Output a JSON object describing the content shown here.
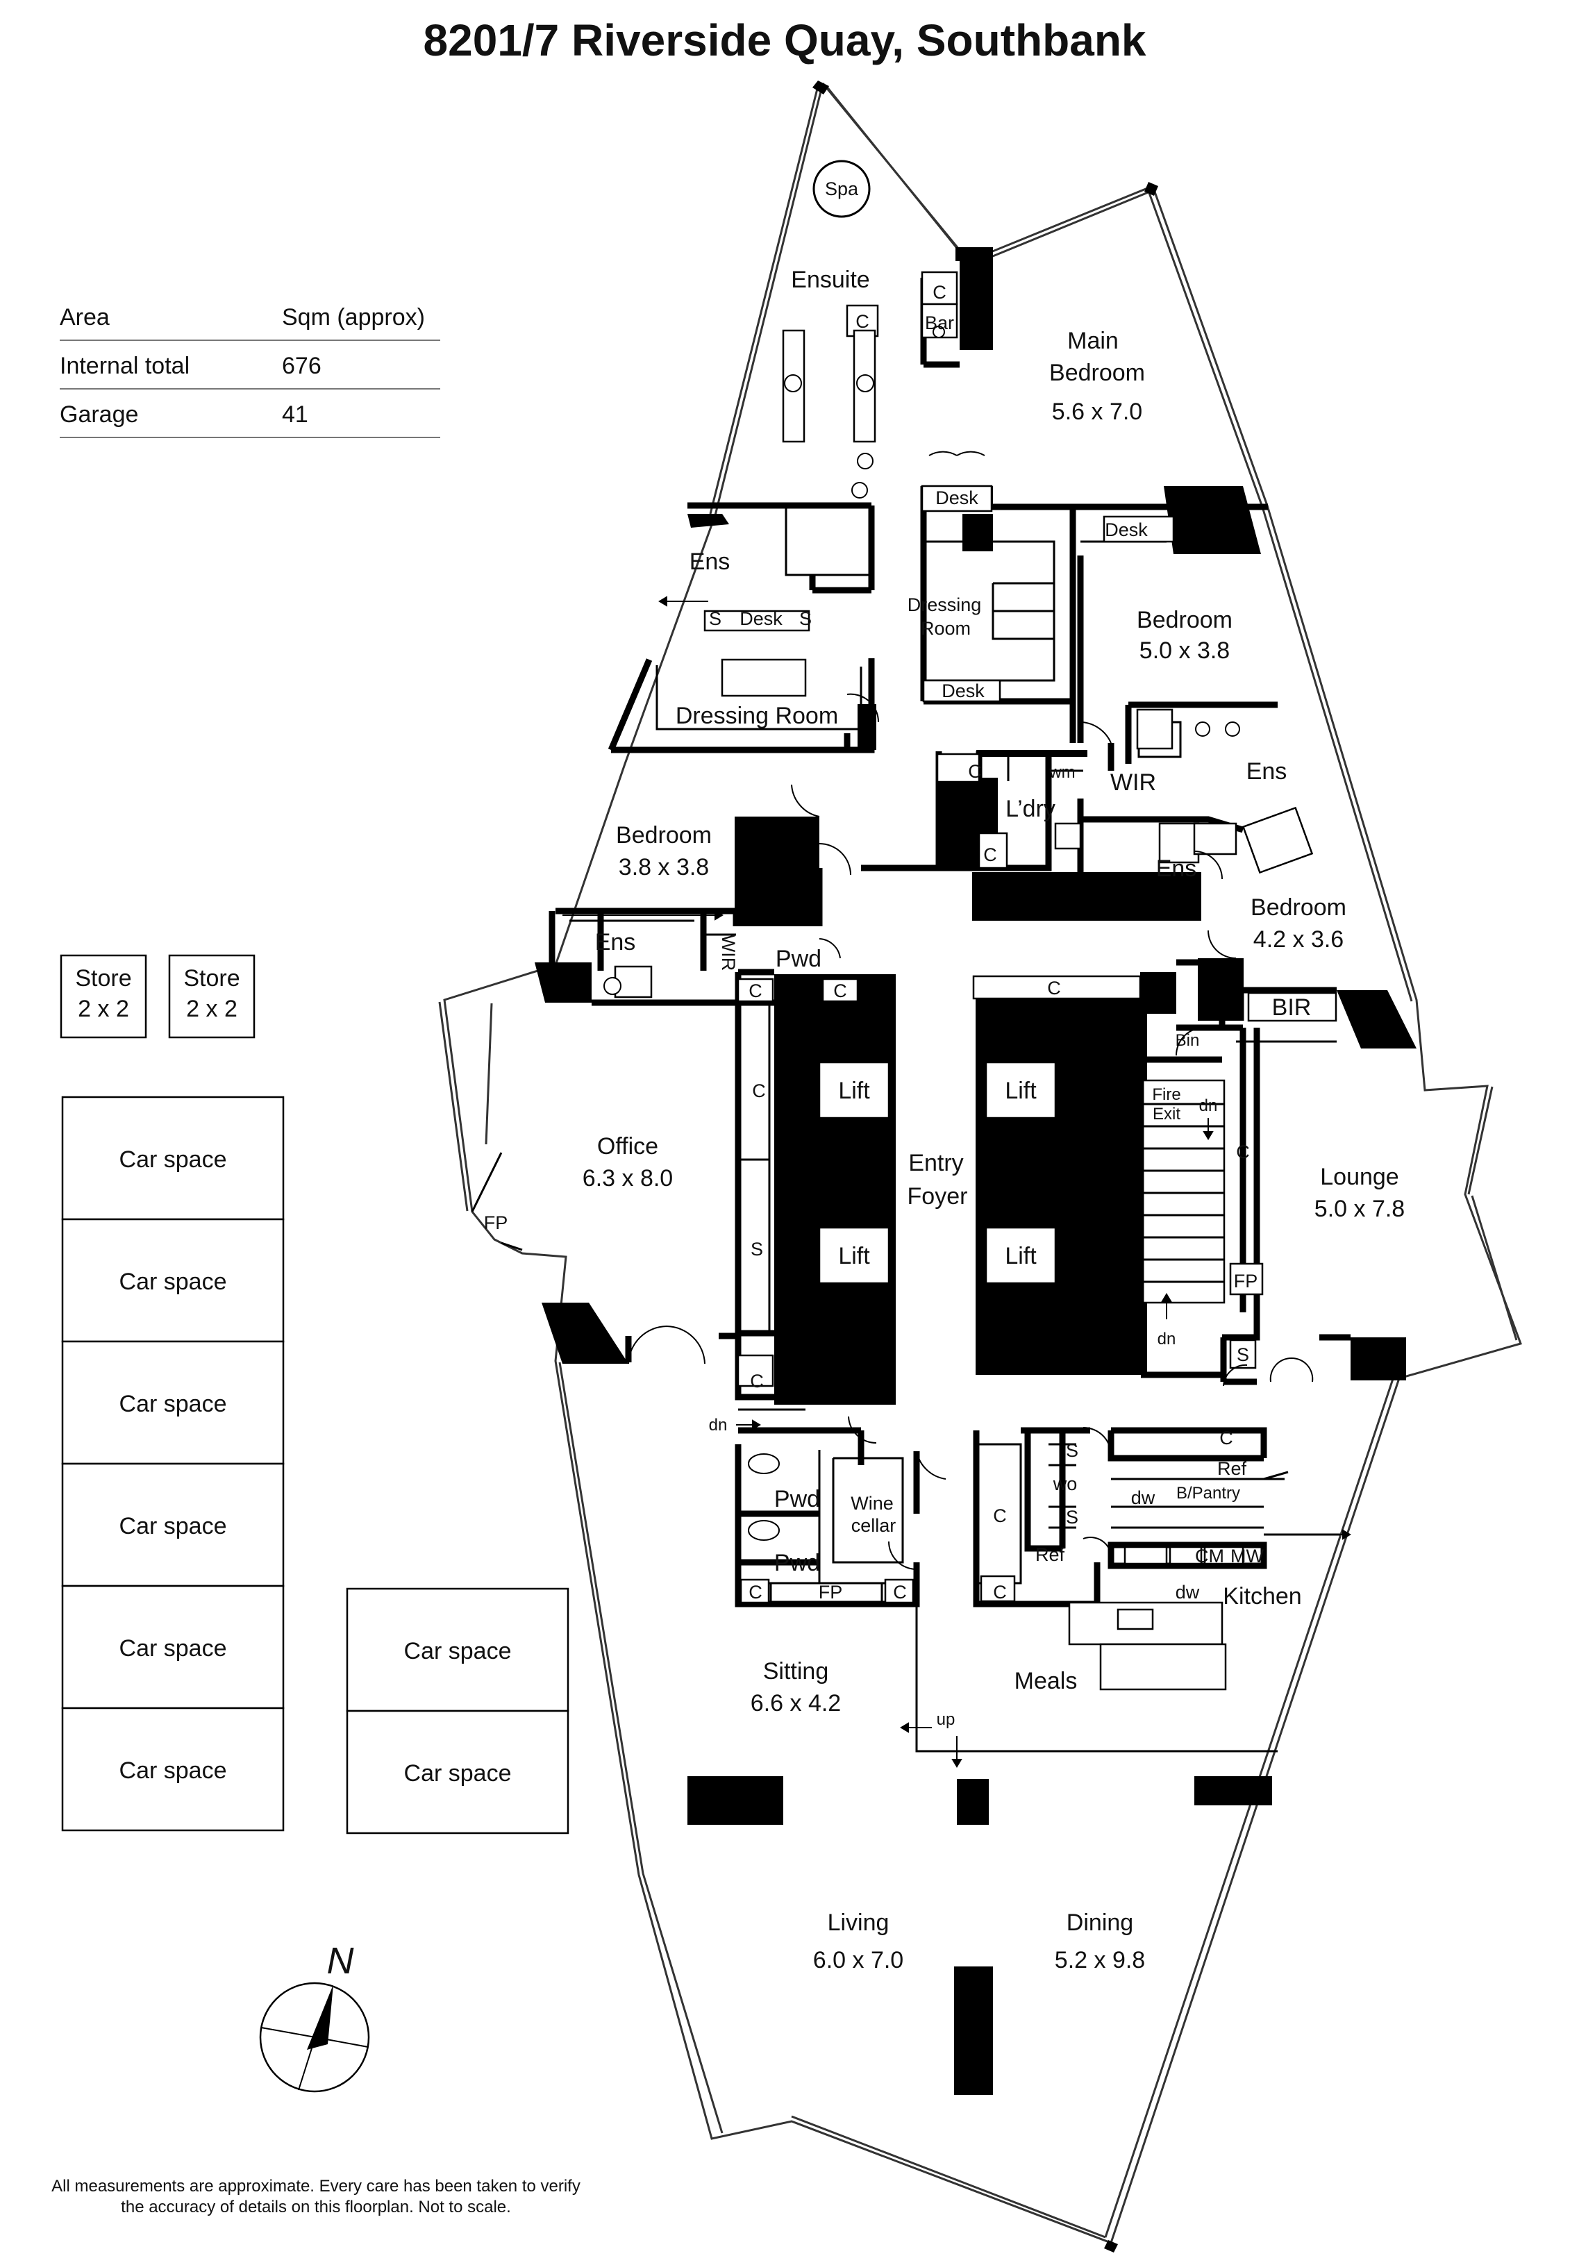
{
  "title": "8201/7 Riverside Quay, Southbank",
  "area_table": {
    "headers": [
      "Area",
      "Sqm (approx)"
    ],
    "rows": [
      {
        "label": "Internal total",
        "value": "676"
      },
      {
        "label": "Garage",
        "value": "41"
      }
    ]
  },
  "stores": [
    {
      "label": "Store",
      "size": "2 x 2"
    },
    {
      "label": "Store",
      "size": "2 x 2"
    }
  ],
  "car_space_label": "Car space",
  "compass": "N",
  "rooms": {
    "spa": "Spa",
    "ensuite": "Ensuite",
    "main_bedroom_1": "Main",
    "main_bedroom_2": "Bedroom",
    "main_bedroom_size": "5.6 x 7.0",
    "ens": "Ens",
    "desk": "Desk",
    "s": "S",
    "c": "C",
    "bar": "Bar",
    "dressing_room_1": "Dressing",
    "dressing_room_2": "Room",
    "dressing_room": "Dressing Room",
    "bedroom": "Bedroom",
    "bedroom_a_size": "5.0 x 3.8",
    "wir": "WIR",
    "wm": "wm",
    "laundry": "L’dry",
    "bedroom_b_size": "3.8 x 3.8",
    "bedroom_c_size": "4.2 x 3.6",
    "pwd": "Pwd",
    "bir": "BIR",
    "bin": "Bin",
    "office": "Office",
    "office_size": "6.3 x 8.0",
    "lift": "Lift",
    "entry_1": "Entry",
    "entry_2": "Foyer",
    "fire_1": "Fire",
    "fire_2": "Exit",
    "dn": "dn",
    "up": "up",
    "lounge": "Lounge",
    "lounge_size": "5.0 x 7.8",
    "fp": "FP",
    "wine_1": "Wine",
    "wine_2": "cellar",
    "wo": "wo",
    "ref": "Ref",
    "dw": "dw",
    "bpantry": "B/Pantry",
    "cm": "CM",
    "mw": "MW",
    "kitchen": "Kitchen",
    "sitting": "Sitting",
    "sitting_size": "6.6 x 4.2",
    "meals": "Meals",
    "living": "Living",
    "living_size": "6.0 x 7.0",
    "dining": "Dining",
    "dining_size": "5.2 x 9.8"
  },
  "disclaimer": [
    "All measurements are approximate. Every care has been taken to verify",
    "the accuracy of details on this floorplan. Not to scale."
  ]
}
